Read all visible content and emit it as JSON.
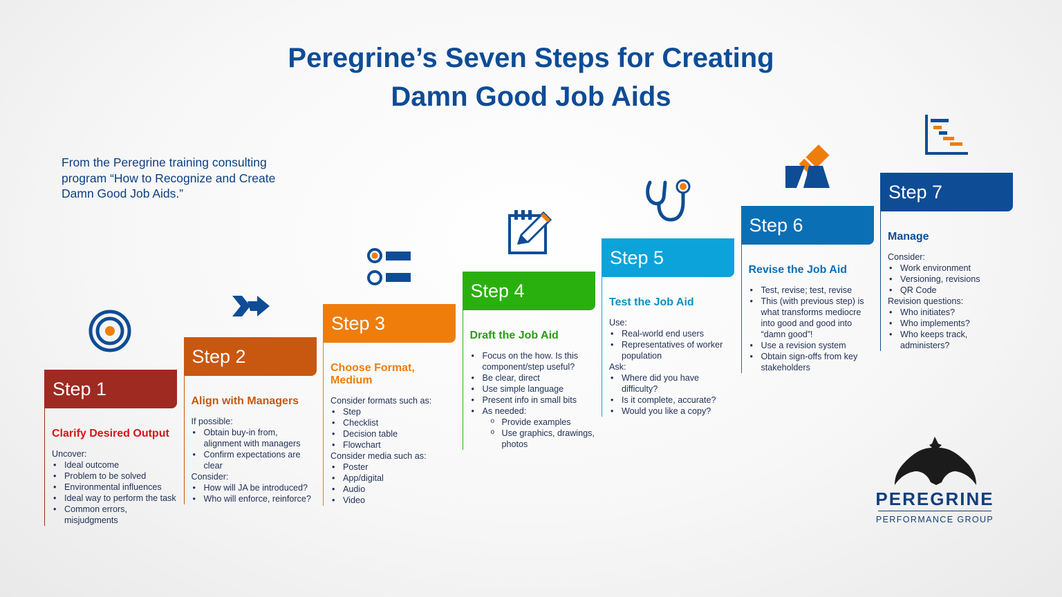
{
  "title_line1": "Peregrine’s Seven Steps for Creating",
  "title_line2": "Damn Good Job Aids",
  "intro": "From the Peregrine training consulting program “How to Recognize and Create Damn Good Job Aids.”",
  "logo": {
    "name": "PEREGRINE",
    "tagline": "PERFORMANCE GROUP"
  },
  "steps": [
    {
      "label": "Step 1",
      "subtitle": "Clarify Desired Output",
      "color": "#9e2a22",
      "sub_color": "#d6141c",
      "icon": "target-icon",
      "items": [
        {
          "t": "text",
          "v": "Uncover:"
        },
        {
          "t": "b",
          "v": "Ideal outcome"
        },
        {
          "t": "b",
          "v": "Problem to be solved"
        },
        {
          "t": "b",
          "v": "Environmental influences"
        },
        {
          "t": "b",
          "v": "Ideal way to perform the task"
        },
        {
          "t": "b",
          "v": "Common errors, misjudgments"
        }
      ]
    },
    {
      "label": "Step 2",
      "subtitle": "Align with Managers",
      "color": "#c85710",
      "sub_color": "#c85710",
      "icon": "merge-arrow-icon",
      "items": [
        {
          "t": "text",
          "v": "If possible:"
        },
        {
          "t": "b",
          "v": "Obtain buy-in from, alignment with managers"
        },
        {
          "t": "b",
          "v": "Confirm expectations are clear"
        },
        {
          "t": "text",
          "v": "Consider:"
        },
        {
          "t": "b",
          "v": "How will JA be introduced?"
        },
        {
          "t": "b",
          "v": "Who will enforce, reinforce?"
        }
      ]
    },
    {
      "label": "Step 3",
      "subtitle": "Choose Format, Medium",
      "color": "#ee7d0c",
      "sub_color": "#ee7d0c",
      "icon": "list-icon",
      "items": [
        {
          "t": "text",
          "v": "Consider formats such as:"
        },
        {
          "t": "b",
          "v": "Step"
        },
        {
          "t": "b",
          "v": "Checklist"
        },
        {
          "t": "b",
          "v": "Decision table"
        },
        {
          "t": "b",
          "v": "Flowchart"
        },
        {
          "t": "text",
          "v": "Consider media such as:"
        },
        {
          "t": "b",
          "v": "Poster"
        },
        {
          "t": "b",
          "v": "App/digital"
        },
        {
          "t": "b",
          "v": "Audio"
        },
        {
          "t": "b",
          "v": "Video"
        }
      ]
    },
    {
      "label": "Step 4",
      "subtitle": "Draft the Job Aid",
      "color": "#2ab00e",
      "sub_color": "#2a9a14",
      "icon": "notepad-pencil-icon",
      "items": [
        {
          "t": "b",
          "v": "Focus on the how. Is this component/step useful?"
        },
        {
          "t": "b",
          "v": "Be clear, direct"
        },
        {
          "t": "b",
          "v": "Use simple language"
        },
        {
          "t": "b",
          "v": "Present info in small bits"
        },
        {
          "t": "b",
          "v": "As needed:"
        },
        {
          "t": "s",
          "v": "Provide examples"
        },
        {
          "t": "s",
          "v": "Use graphics, drawings, photos"
        }
      ]
    },
    {
      "label": "Step 5",
      "subtitle": "Test the Job Aid",
      "color": "#0ba3d9",
      "sub_color": "#0b8fc4",
      "icon": "stethoscope-icon",
      "items": [
        {
          "t": "text",
          "v": "Use:"
        },
        {
          "t": "b",
          "v": "Real-world end users"
        },
        {
          "t": "b",
          "v": "Representatives of worker population"
        },
        {
          "t": "text",
          "v": "Ask:"
        },
        {
          "t": "b",
          "v": "Where did you have difficulty?"
        },
        {
          "t": "b",
          "v": "Is it complete, accurate?"
        },
        {
          "t": "b",
          "v": "Would you like a copy?"
        }
      ]
    },
    {
      "label": "Step 6",
      "subtitle": "Revise the Job Aid",
      "color": "#0a6fb5",
      "sub_color": "#0a6fb5",
      "icon": "eraser-icon",
      "items": [
        {
          "t": "b",
          "v": "Test, revise; test, revise"
        },
        {
          "t": "b",
          "v": "This (with previous step) is what transforms mediocre into good and good into “damn good”!"
        },
        {
          "t": "b",
          "v": "Use a revision system"
        },
        {
          "t": "b",
          "v": "Obtain sign-offs from key stakeholders"
        }
      ]
    },
    {
      "label": "Step 7",
      "subtitle": "Manage",
      "color": "#0e4c96",
      "sub_color": "#0e4c96",
      "icon": "gantt-chart-icon",
      "items": [
        {
          "t": "text",
          "v": "Consider:"
        },
        {
          "t": "b",
          "v": "Work environment"
        },
        {
          "t": "b",
          "v": "Versioning, revisions"
        },
        {
          "t": "b",
          "v": "QR Code"
        },
        {
          "t": "text",
          "v": "Revision questions:"
        },
        {
          "t": "b",
          "v": "Who initiates?"
        },
        {
          "t": "b",
          "v": "Who implements?"
        },
        {
          "t": "b",
          "v": "Who keeps track, administers?"
        }
      ]
    }
  ]
}
